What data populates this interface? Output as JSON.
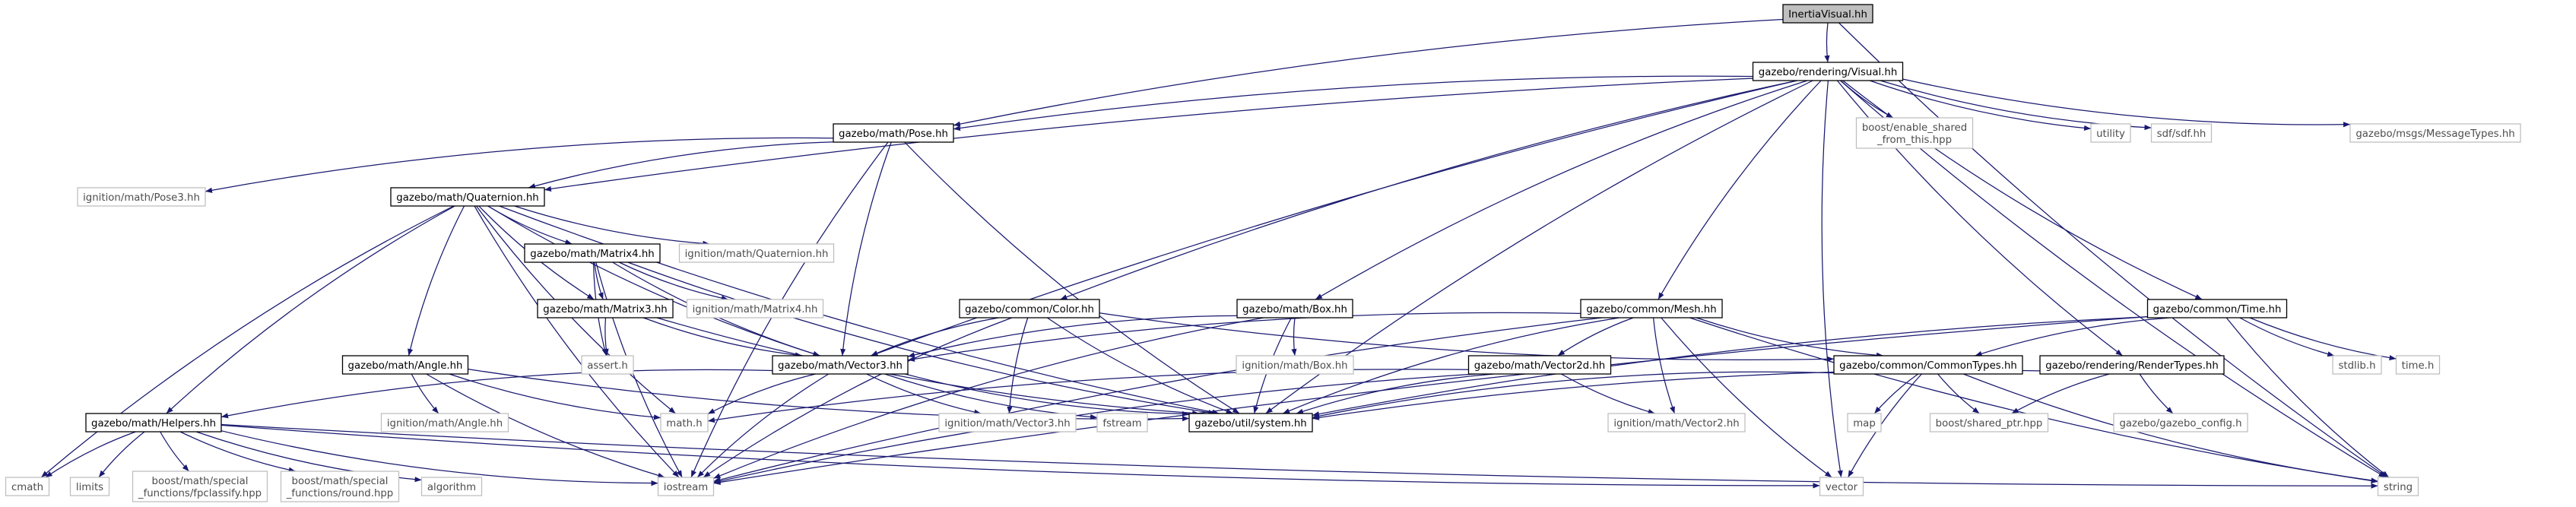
{
  "colors": {
    "edge": "#191970",
    "root_fill": "#bfbfbf",
    "node_fill": "#ffffff",
    "node_border": "#000000",
    "leaf_border": "#bfbfbf",
    "text": "#000000",
    "leaf_text": "#4d4d4d"
  },
  "nodes": [
    {
      "id": "root",
      "label": "InertiaVisual.hh",
      "kind": "root"
    },
    {
      "id": "visual",
      "label": "gazebo/rendering/Visual.hh",
      "kind": "internal"
    },
    {
      "id": "pose",
      "label": "gazebo/math/Pose.hh",
      "kind": "internal"
    },
    {
      "id": "boost_esft",
      "label": "boost/enable_shared\n_from_this.hpp",
      "kind": "external"
    },
    {
      "id": "utility",
      "label": "utility",
      "kind": "external"
    },
    {
      "id": "sdf",
      "label": "sdf/sdf.hh",
      "kind": "external"
    },
    {
      "id": "msgtypes",
      "label": "gazebo/msgs/MessageTypes.hh",
      "kind": "external"
    },
    {
      "id": "ign_pose3",
      "label": "ignition/math/Pose3.hh",
      "kind": "external"
    },
    {
      "id": "quat",
      "label": "gazebo/math/Quaternion.hh",
      "kind": "internal"
    },
    {
      "id": "ign_quat",
      "label": "ignition/math/Quaternion.hh",
      "kind": "external"
    },
    {
      "id": "matrix4",
      "label": "gazebo/math/Matrix4.hh",
      "kind": "internal"
    },
    {
      "id": "ign_matrix4",
      "label": "ignition/math/Matrix4.hh",
      "kind": "external"
    },
    {
      "id": "matrix3",
      "label": "gazebo/math/Matrix3.hh",
      "kind": "internal"
    },
    {
      "id": "assert",
      "label": "assert.h",
      "kind": "external"
    },
    {
      "id": "color",
      "label": "gazebo/common/Color.hh",
      "kind": "internal"
    },
    {
      "id": "box",
      "label": "gazebo/math/Box.hh",
      "kind": "internal"
    },
    {
      "id": "ign_box",
      "label": "ignition/math/Box.hh",
      "kind": "external"
    },
    {
      "id": "mesh",
      "label": "gazebo/common/Mesh.hh",
      "kind": "internal"
    },
    {
      "id": "time",
      "label": "gazebo/common/Time.hh",
      "kind": "internal"
    },
    {
      "id": "stdlib",
      "label": "stdlib.h",
      "kind": "external"
    },
    {
      "id": "timeh",
      "label": "time.h",
      "kind": "external"
    },
    {
      "id": "angle",
      "label": "gazebo/math/Angle.hh",
      "kind": "internal"
    },
    {
      "id": "ign_angle",
      "label": "ignition/math/Angle.hh",
      "kind": "external"
    },
    {
      "id": "vector3",
      "label": "gazebo/math/Vector3.hh",
      "kind": "internal"
    },
    {
      "id": "vector2d",
      "label": "gazebo/math/Vector2d.hh",
      "kind": "internal"
    },
    {
      "id": "commontypes",
      "label": "gazebo/common/CommonTypes.hh",
      "kind": "internal"
    },
    {
      "id": "rendertypes",
      "label": "gazebo/rendering/RenderTypes.hh",
      "kind": "internal"
    },
    {
      "id": "helpers",
      "label": "gazebo/math/Helpers.hh",
      "kind": "internal"
    },
    {
      "id": "mathh",
      "label": "math.h",
      "kind": "external"
    },
    {
      "id": "ign_vector3",
      "label": "ignition/math/Vector3.hh",
      "kind": "external"
    },
    {
      "id": "fstream",
      "label": "fstream",
      "kind": "external"
    },
    {
      "id": "system",
      "label": "gazebo/util/system.hh",
      "kind": "internal"
    },
    {
      "id": "ign_vector2",
      "label": "ignition/math/Vector2.hh",
      "kind": "external"
    },
    {
      "id": "map",
      "label": "map",
      "kind": "external"
    },
    {
      "id": "shared_ptr",
      "label": "boost/shared_ptr.hpp",
      "kind": "external"
    },
    {
      "id": "gazebo_config",
      "label": "gazebo/gazebo_config.h",
      "kind": "external"
    },
    {
      "id": "cmath",
      "label": "cmath",
      "kind": "external"
    },
    {
      "id": "limits",
      "label": "limits",
      "kind": "external"
    },
    {
      "id": "fpclassify",
      "label": "boost/math/special\n_functions/fpclassify.hpp",
      "kind": "external"
    },
    {
      "id": "round",
      "label": "boost/math/special\n_functions/round.hpp",
      "kind": "external"
    },
    {
      "id": "algorithm",
      "label": "algorithm",
      "kind": "external"
    },
    {
      "id": "iostream",
      "label": "iostream",
      "kind": "external"
    },
    {
      "id": "vector",
      "label": "vector",
      "kind": "external"
    },
    {
      "id": "string",
      "label": "string",
      "kind": "external"
    }
  ],
  "edges": [
    [
      "root",
      "visual"
    ],
    [
      "root",
      "pose"
    ],
    [
      "root",
      "string"
    ],
    [
      "visual",
      "pose"
    ],
    [
      "visual",
      "boost_esft"
    ],
    [
      "visual",
      "utility"
    ],
    [
      "visual",
      "sdf"
    ],
    [
      "visual",
      "msgtypes"
    ],
    [
      "visual",
      "quat"
    ],
    [
      "visual",
      "vector3"
    ],
    [
      "visual",
      "color"
    ],
    [
      "visual",
      "box"
    ],
    [
      "visual",
      "mesh"
    ],
    [
      "visual",
      "time"
    ],
    [
      "visual",
      "rendertypes"
    ],
    [
      "visual",
      "system"
    ],
    [
      "visual",
      "vector"
    ],
    [
      "visual",
      "string"
    ],
    [
      "pose",
      "ign_pose3"
    ],
    [
      "pose",
      "quat"
    ],
    [
      "pose",
      "vector3"
    ],
    [
      "pose",
      "system"
    ],
    [
      "pose",
      "iostream"
    ],
    [
      "quat",
      "cmath"
    ],
    [
      "quat",
      "ign_quat"
    ],
    [
      "quat",
      "matrix4"
    ],
    [
      "quat",
      "matrix3"
    ],
    [
      "quat",
      "angle"
    ],
    [
      "quat",
      "vector3"
    ],
    [
      "quat",
      "helpers"
    ],
    [
      "quat",
      "mathh"
    ],
    [
      "quat",
      "system"
    ],
    [
      "quat",
      "iostream"
    ],
    [
      "matrix4",
      "ign_matrix4"
    ],
    [
      "matrix4",
      "matrix3"
    ],
    [
      "matrix4",
      "vector3"
    ],
    [
      "matrix4",
      "assert"
    ],
    [
      "matrix4",
      "iostream"
    ],
    [
      "matrix4",
      "system"
    ],
    [
      "matrix3",
      "assert"
    ],
    [
      "matrix3",
      "vector3"
    ],
    [
      "matrix3",
      "system"
    ],
    [
      "angle",
      "ign_angle"
    ],
    [
      "angle",
      "mathh"
    ],
    [
      "angle",
      "iostream"
    ],
    [
      "angle",
      "system"
    ],
    [
      "color",
      "vector3"
    ],
    [
      "color",
      "ign_vector3"
    ],
    [
      "color",
      "system"
    ],
    [
      "color",
      "iostream"
    ],
    [
      "color",
      "commontypes"
    ],
    [
      "box",
      "ign_box"
    ],
    [
      "box",
      "vector3"
    ],
    [
      "box",
      "system"
    ],
    [
      "box",
      "iostream"
    ],
    [
      "mesh",
      "vector3"
    ],
    [
      "mesh",
      "vector2d"
    ],
    [
      "mesh",
      "commontypes"
    ],
    [
      "mesh",
      "system"
    ],
    [
      "mesh",
      "ign_vector2"
    ],
    [
      "mesh",
      "vector"
    ],
    [
      "mesh",
      "string"
    ],
    [
      "mesh",
      "iostream"
    ],
    [
      "time",
      "stdlib"
    ],
    [
      "time",
      "timeh"
    ],
    [
      "time",
      "commontypes"
    ],
    [
      "time",
      "system"
    ],
    [
      "time",
      "string"
    ],
    [
      "time",
      "iostream"
    ],
    [
      "vector3",
      "helpers"
    ],
    [
      "vector3",
      "mathh"
    ],
    [
      "vector3",
      "ign_vector3"
    ],
    [
      "vector3",
      "fstream"
    ],
    [
      "vector3",
      "system"
    ],
    [
      "vector3",
      "iostream"
    ],
    [
      "vector2d",
      "mathh"
    ],
    [
      "vector2d",
      "ign_vector2"
    ],
    [
      "vector2d",
      "system"
    ],
    [
      "vector2d",
      "iostream"
    ],
    [
      "commontypes",
      "map"
    ],
    [
      "commontypes",
      "vector"
    ],
    [
      "commontypes",
      "string"
    ],
    [
      "commontypes",
      "shared_ptr"
    ],
    [
      "commontypes",
      "system"
    ],
    [
      "rendertypes",
      "shared_ptr"
    ],
    [
      "rendertypes",
      "gazebo_config"
    ],
    [
      "rendertypes",
      "system"
    ],
    [
      "helpers",
      "cmath"
    ],
    [
      "helpers",
      "limits"
    ],
    [
      "helpers",
      "fpclassify"
    ],
    [
      "helpers",
      "round"
    ],
    [
      "helpers",
      "algorithm"
    ],
    [
      "helpers",
      "iostream"
    ],
    [
      "helpers",
      "string"
    ],
    [
      "helpers",
      "vector"
    ]
  ]
}
